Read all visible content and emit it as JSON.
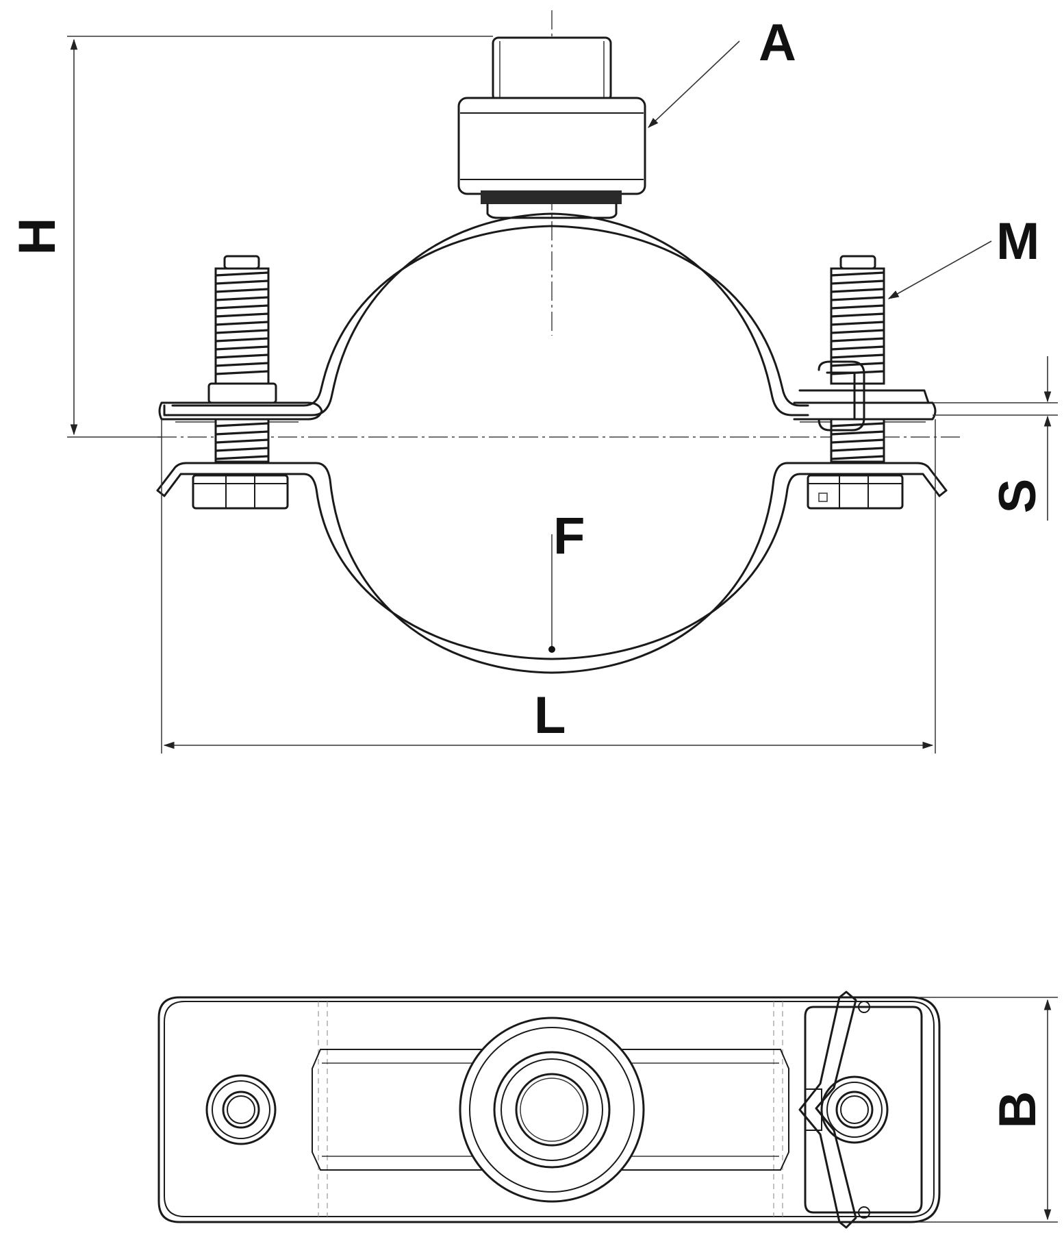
{
  "labels": {
    "A": "A",
    "M": "M",
    "H": "H",
    "S": "S",
    "F": "F",
    "L": "L",
    "B": "B"
  },
  "colors": {
    "line": "#1a1a1a",
    "background": "#ffffff"
  }
}
